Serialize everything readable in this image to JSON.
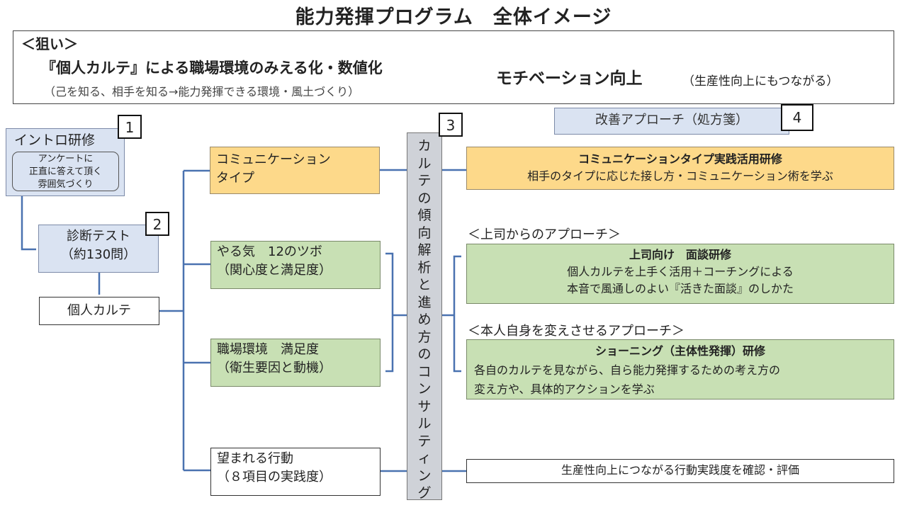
{
  "title": "能力発揮プログラム　全体イメージ",
  "aim": {
    "heading": "＜狙い＞",
    "main": "『個人カルテ』による職場環境のみえる化・数値化",
    "sub": "（己を知る、相手を知る→能力発揮できる環境・風土づくり）",
    "result": "モチベーション向上",
    "result_sub": "（生産性向上にもつながる）"
  },
  "numbers": [
    "1",
    "2",
    "3",
    "4"
  ],
  "intro": {
    "title": "イントロ研修",
    "lines": [
      "アンケートに",
      "正直に答えて頂く",
      "雰囲気づくり"
    ]
  },
  "diagnosis": {
    "line1": "診断テスト",
    "line2": "（約130問）"
  },
  "karte": "個人カルテ",
  "middle": {
    "communication": [
      "コミュニケーション",
      "タイプ"
    ],
    "motivation": [
      "やる気　12のツボ",
      "（関心度と満足度）"
    ],
    "workplace": [
      "職場環境　満足度",
      "（衛生要因と動機）"
    ],
    "desired": [
      "望まれる行動",
      "（８項目の実践度）"
    ]
  },
  "vertical": "カルテの傾向解析と進め方のコンサルティング",
  "kaizen": "改善アプローチ（処方箋）",
  "right": {
    "r1_title": "コミュニケーションタイプ実践活用研修",
    "r1_body": "相手のタイプに応じた接し方・コミュニケーション術を学ぶ",
    "label_boss": "＜上司からのアプローチ＞",
    "r2_title": "上司向け　面談研修",
    "r2_body1": "個人カルテを上手く活用＋コーチングによる",
    "r2_body2": "本音で風通しのよい『活きた面談』のしかた",
    "label_self": "＜本人自身を変えさせるアプローチ＞",
    "r3_title": "ショーニング（主体性発揮）研修",
    "r3_body1": "各自のカルテを見ながら、自ら能力発揮するための考え方の",
    "r3_body2": "変え方や、具体的アクションを学ぶ",
    "r4": "生産性向上につながる行動実践度を確認・評価"
  },
  "colors": {
    "blue_box": "#dae3f2",
    "orange_box": "#fdd98a",
    "green_box": "#c8e0b4",
    "gray_box": "#cfd2d8",
    "line": "#4a72b0"
  }
}
